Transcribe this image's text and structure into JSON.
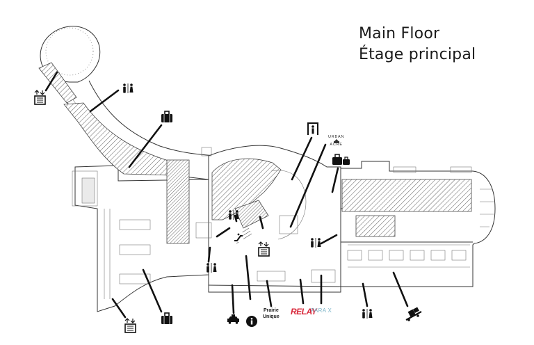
{
  "map": {
    "title_en": "Main Floor",
    "title_fr": "Étage principal"
  },
  "brands": {
    "prairie": [
      "Prairie",
      "Unique"
    ],
    "relay": "RELAY",
    "metro": "PARA X",
    "urban": [
      "URBAN",
      "ACRE"
    ]
  },
  "colors": {
    "ink": "#1a1a1a",
    "hatch": "#555555",
    "relay": "#d8273a",
    "metro": "#7fb6c9"
  },
  "icons": [
    "elevator-icon",
    "restroom-icon",
    "baggage-icon",
    "security-gate-icon",
    "baggage-cart-icon",
    "taxi-icon",
    "information-icon",
    "escalator-icon"
  ]
}
